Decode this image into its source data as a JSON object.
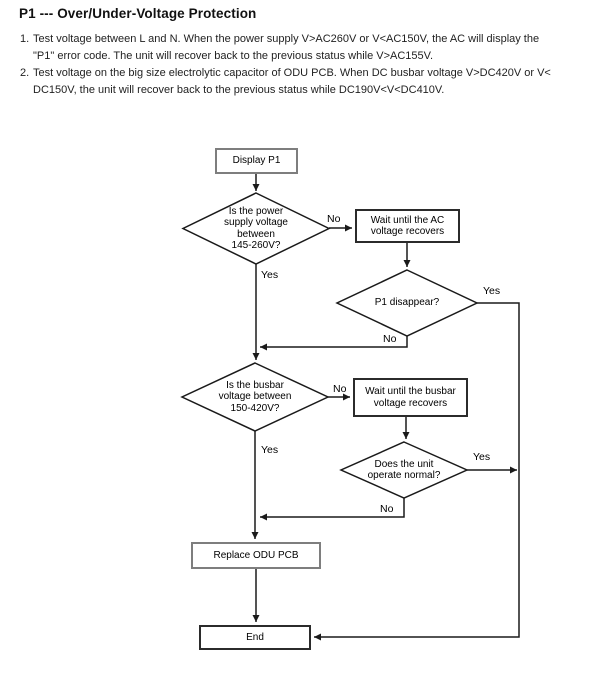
{
  "page": {
    "title": "P1 --- Over/Under-Voltage Protection",
    "instructions": [
      {
        "number": "1.",
        "text": "Test voltage between L and N. When the power supply V>AC260V or V<AC150V, the AC will display the\n\"P1\" error code. The unit will recover back to the previous status while V>AC155V."
      },
      {
        "number": "2.",
        "text": "Test voltage on the big size electrolytic capacitor of ODU PCB. When DC busbar voltage V>DC420V or V<\nDC150V, the unit will recover back to the previous status while DC190V<V<DC410V."
      }
    ]
  },
  "flowchart": {
    "nodes": {
      "display_p1": {
        "type": "process",
        "label": "Display P1"
      },
      "power_supply_check": {
        "type": "decision",
        "label": "Is the power\nsupply voltage\nbetween\n145-260V?"
      },
      "wait_ac": {
        "type": "process",
        "label": "Wait until the AC\nvoltage recovers"
      },
      "p1_disappear": {
        "type": "decision",
        "label": "P1 disappear?"
      },
      "busbar_check": {
        "type": "decision",
        "label": "Is the busbar\nvoltage between\n150-420V?"
      },
      "wait_busbar": {
        "type": "process",
        "label": "Wait until the busbar\nvoltage recovers"
      },
      "unit_normal": {
        "type": "decision",
        "label": "Does the unit\noperate normal?"
      },
      "replace_pcb": {
        "type": "process",
        "label": "Replace ODU PCB"
      },
      "end": {
        "type": "terminal",
        "label": "End"
      }
    },
    "edges": [
      {
        "from": "display_p1",
        "to": "power_supply_check",
        "label": ""
      },
      {
        "from": "power_supply_check",
        "to": "wait_ac",
        "label": "No"
      },
      {
        "from": "power_supply_check",
        "to": "busbar_check",
        "label": "Yes"
      },
      {
        "from": "wait_ac",
        "to": "p1_disappear",
        "label": ""
      },
      {
        "from": "p1_disappear",
        "to": "end",
        "label": "Yes"
      },
      {
        "from": "p1_disappear",
        "to": "busbar_check",
        "label": "No"
      },
      {
        "from": "busbar_check",
        "to": "wait_busbar",
        "label": "No"
      },
      {
        "from": "busbar_check",
        "to": "replace_pcb",
        "label": "Yes"
      },
      {
        "from": "wait_busbar",
        "to": "unit_normal",
        "label": ""
      },
      {
        "from": "unit_normal",
        "to": "end",
        "label": "Yes"
      },
      {
        "from": "unit_normal",
        "to": "replace_pcb",
        "label": "No"
      },
      {
        "from": "replace_pcb",
        "to": "end",
        "label": ""
      }
    ],
    "colors": {
      "line": "#1a1a1a",
      "process_border_light": "#7e7e7e",
      "process_border_dark": "#2b2b2b",
      "background": "#ffffff",
      "text": "#000000"
    }
  }
}
